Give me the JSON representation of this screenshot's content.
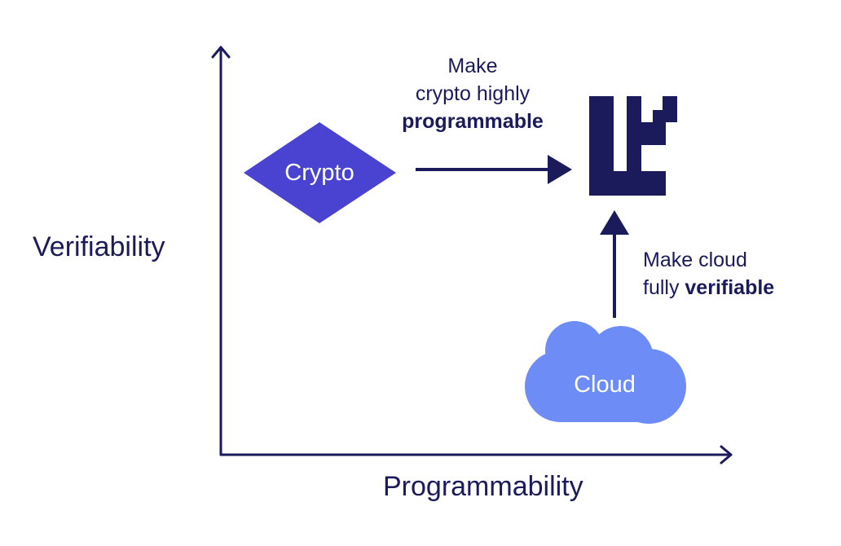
{
  "axes": {
    "y_label": "Verifiability",
    "x_label": "Programmability"
  },
  "nodes": {
    "crypto": {
      "label": "Crypto",
      "color": "#4a43d1"
    },
    "cloud": {
      "label": "Cloud",
      "color": "#6d8cf5"
    },
    "logo": {
      "color": "#1b1a5a"
    }
  },
  "notes": {
    "crypto_to_logo": {
      "line1": "Make",
      "line2": "crypto highly",
      "bold": "programmable"
    },
    "cloud_to_logo": {
      "line1": "Make cloud",
      "prefix": "fully ",
      "bold": "verifiable"
    }
  },
  "colors": {
    "ink": "#1b1a5a",
    "background": "#ffffff"
  }
}
